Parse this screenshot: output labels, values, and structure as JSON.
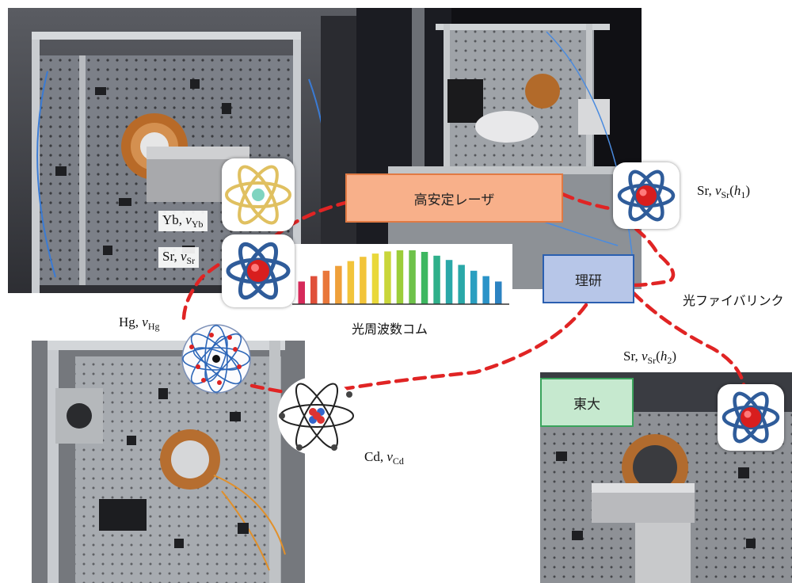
{
  "boxes": {
    "laser": "高安定レーザ",
    "riken": "理研",
    "utokyo": "東大"
  },
  "comb_label": "光周波数コム",
  "fiber_label": "光ファイバリンク",
  "atoms": {
    "yb": {
      "sym": "Yb",
      "nu": "ν",
      "sub": "Yb",
      "hval": ""
    },
    "sr": {
      "sym": "Sr",
      "nu": "ν",
      "sub": "Sr",
      "hval": ""
    },
    "sr_h1": {
      "sym": "Sr",
      "nu": "ν",
      "sub": "Sr",
      "h": "h",
      "hsub": "1"
    },
    "hg": {
      "sym": "Hg",
      "nu": "ν",
      "sub": "Hg"
    },
    "cd": {
      "sym": "Cd",
      "nu": "ν",
      "sub": "Cd"
    },
    "sr_h2": {
      "sym": "Sr",
      "nu": "ν",
      "sub": "Sr",
      "h": "h",
      "hsub": "2"
    }
  },
  "comb_colors": [
    "#d62a5a",
    "#e0503a",
    "#e9773a",
    "#efa03a",
    "#f2c43a",
    "#e9d83a",
    "#c9d63a",
    "#9ccd3a",
    "#6ec24a",
    "#3db760",
    "#2fb08a",
    "#2aa8a8",
    "#2a9fc0",
    "#2a93c8",
    "#2c83c2"
  ],
  "comb_values": [
    0.42,
    0.52,
    0.62,
    0.71,
    0.8,
    0.88,
    0.94,
    0.98,
    1.0,
    1.0,
    0.97,
    0.9,
    0.82,
    0.73,
    0.62,
    0.52,
    0.42
  ],
  "colors": {
    "link": "#e02424",
    "laser_fill": "#f8b08a",
    "laser_border": "#e07a44",
    "riken_fill": "#b7c6e8",
    "riken_border": "#2b5fb0",
    "utokyo_fill": "#c6e9cf",
    "utokyo_border": "#3aa35b"
  }
}
